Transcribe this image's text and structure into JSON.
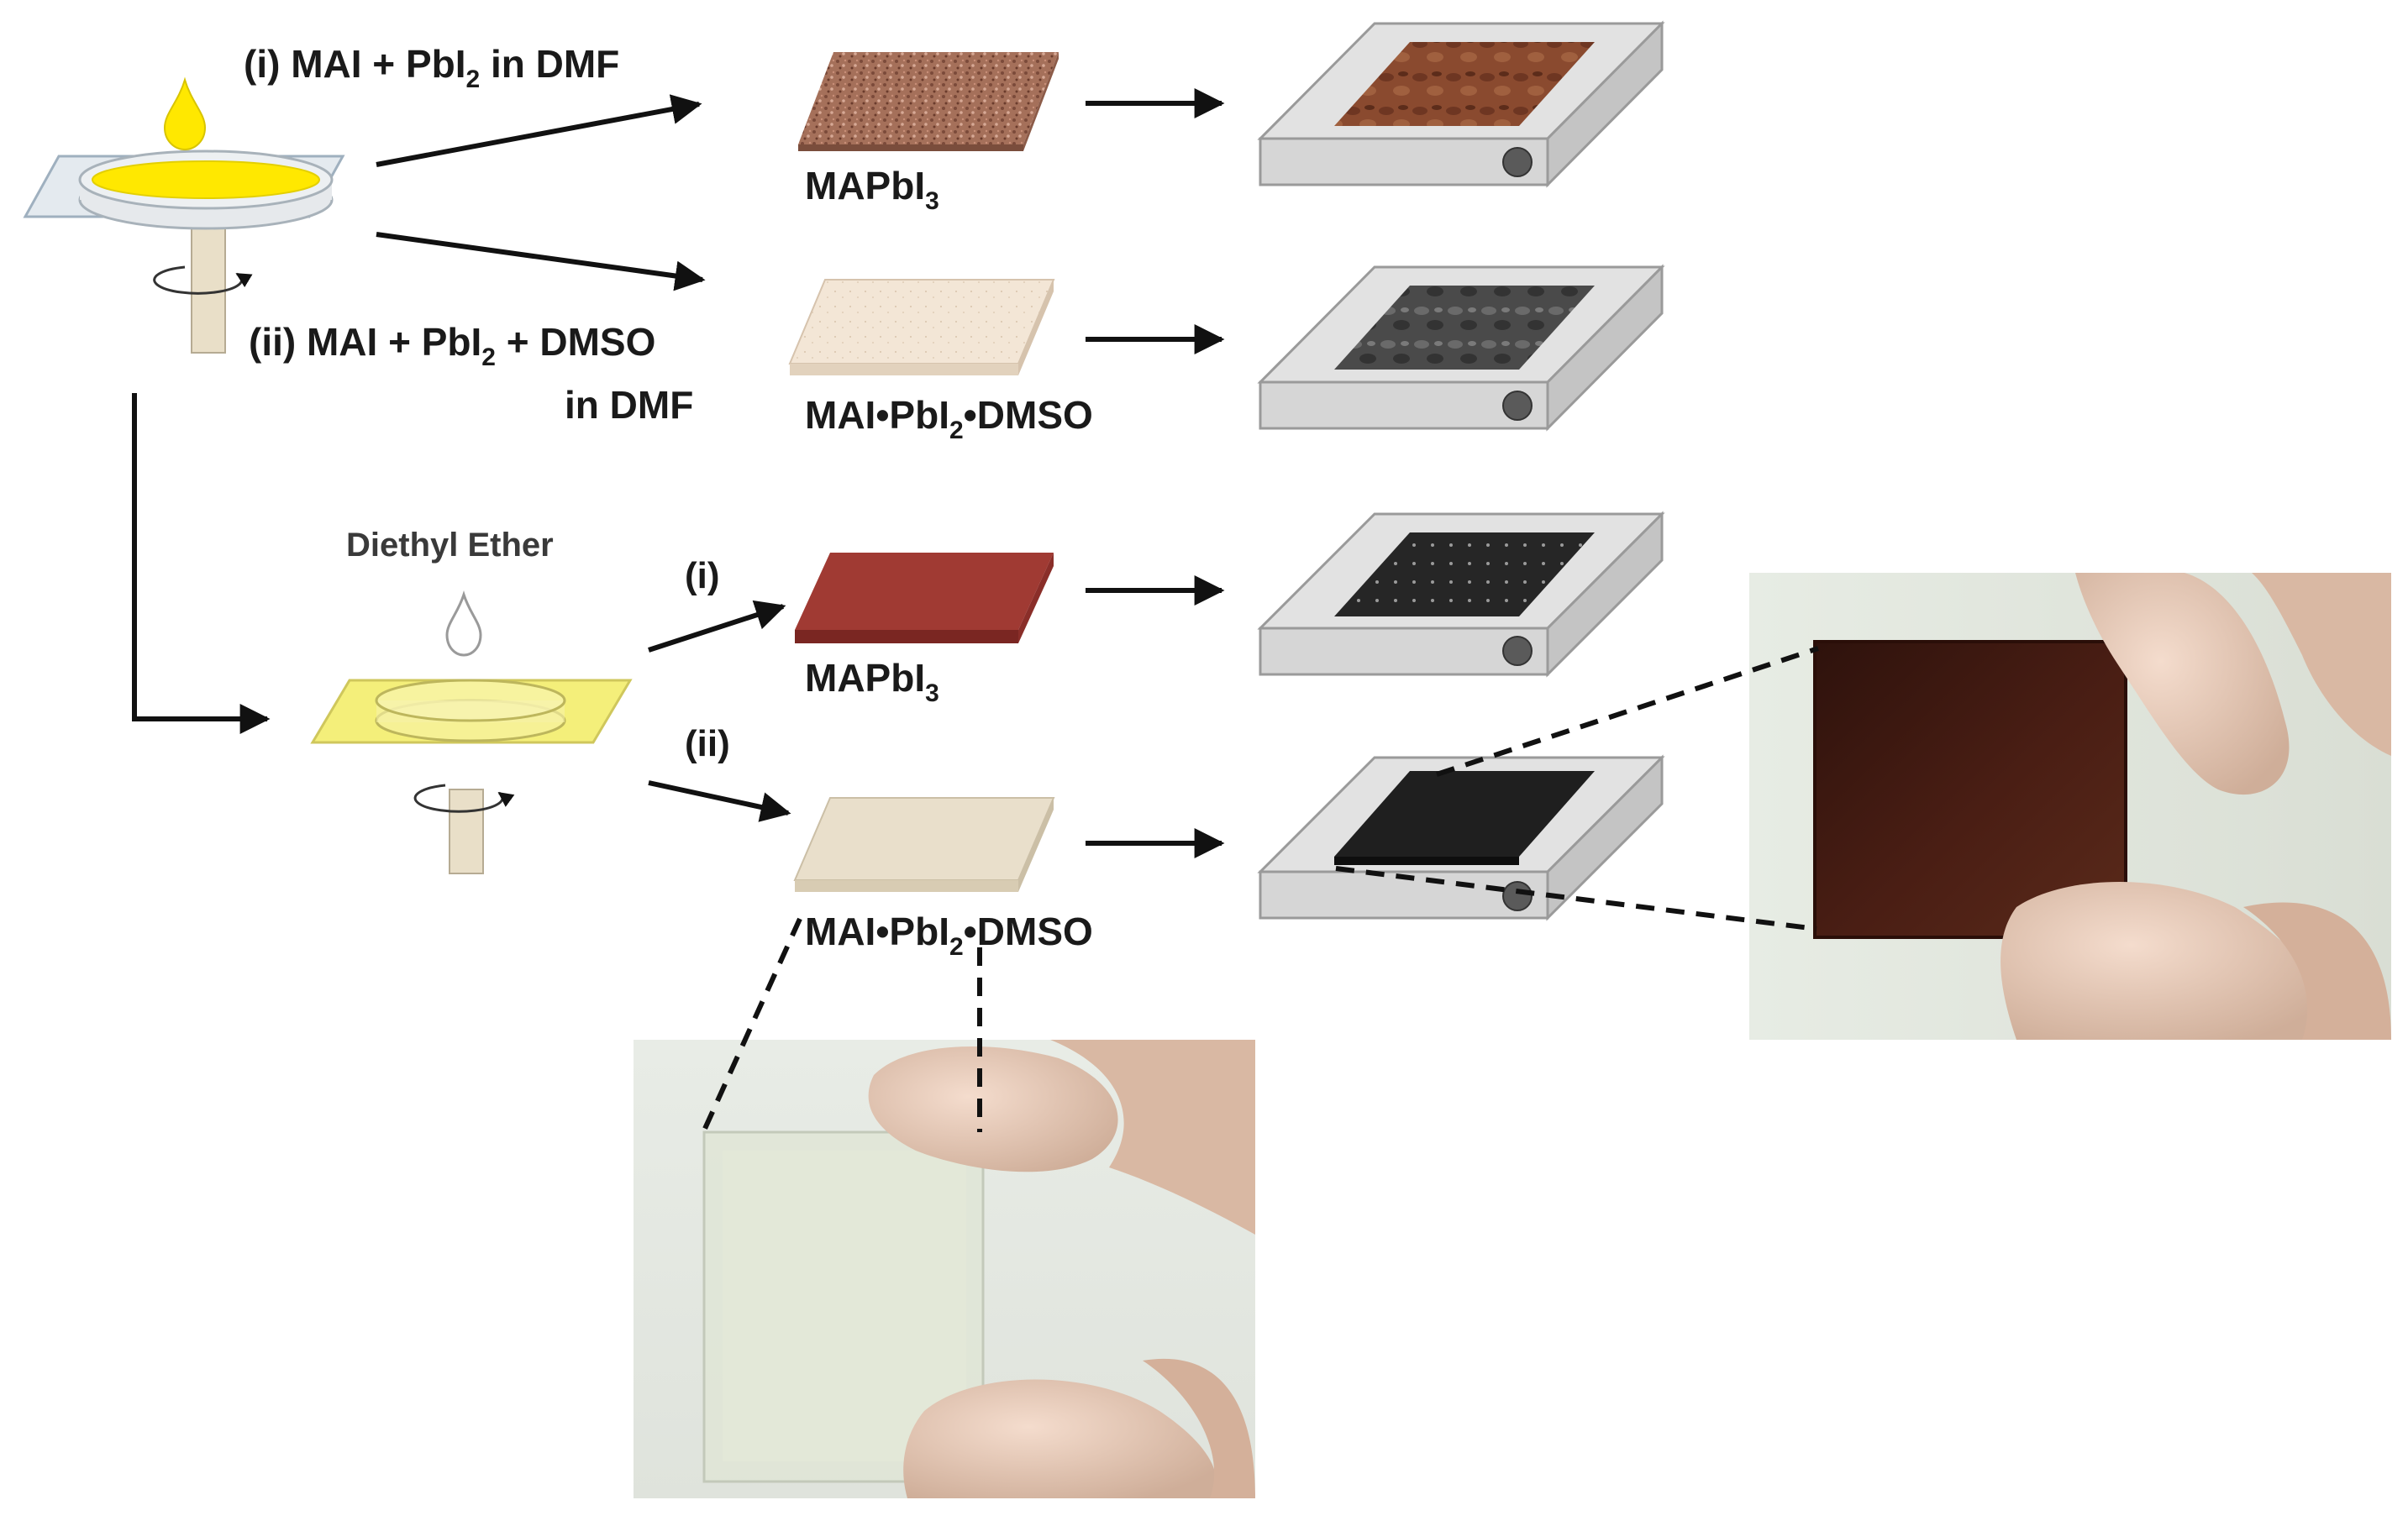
{
  "labels": {
    "route_i_prefix": "(i) MAI + PbI",
    "route_i_sub": "2",
    "route_i_suffix": " in DMF",
    "route_ii_prefix": "(ii) MAI + PbI",
    "route_ii_sub": "2",
    "route_ii_suffix": " + DMSO",
    "route_ii_line2": "in DMF",
    "mapbi3_top_main": "MAPbI",
    "mapbi3_top_sub": "3",
    "adduct_top_a": "MAI•PbI",
    "adduct_top_sub": "2",
    "adduct_top_b": "•DMSO",
    "diethyl_ether": "Diethyl Ether",
    "branch_i": "(i)",
    "branch_ii": "(ii)",
    "mapbi3_bottom_main": "MAPbI",
    "mapbi3_bottom_sub": "3",
    "adduct_bottom_a": "MAI•PbI",
    "adduct_bottom_sub": "2",
    "adduct_bottom_b": "•DMSO"
  },
  "colors": {
    "solution_yellow": "#ffe800",
    "yellow_glass": "#f4ef7a",
    "rough_perovskite": "#a5705a",
    "pale_adduct": "#f3e6d6",
    "red_perovskite": "#a03a33",
    "beige_adduct": "#e9dfcb",
    "black_film": "#222222",
    "substrate_gray": "#e0e0e0",
    "brown_film_photo": "#4a1e14",
    "transparent_film_photo": "#dfe5d6"
  },
  "icons": {
    "drop": "droplet-icon",
    "rotation": "rotation-arrow-icon",
    "arrow": "arrow-right-icon"
  }
}
